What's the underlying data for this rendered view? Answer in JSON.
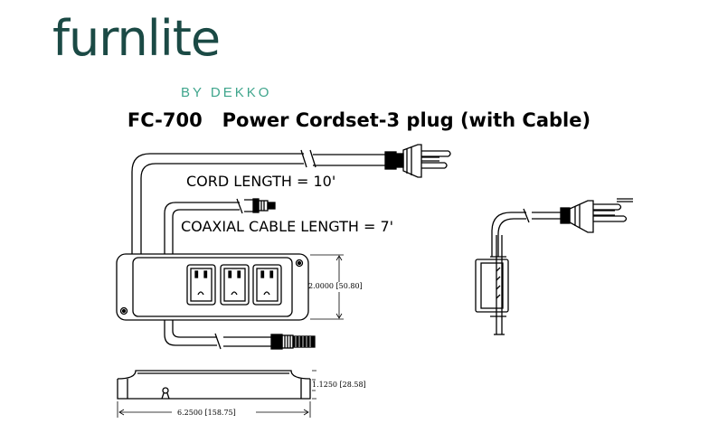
{
  "brand": {
    "name": "furnlite",
    "byline": "BY DEKKO",
    "name_color": "#1b4a45",
    "byline_color": "#3fa58c"
  },
  "title": {
    "model": "FC-700",
    "description": "Power  Cordset-3 plug (with Cable)"
  },
  "labels": {
    "cord_length": "CORD LENGTH = 10'",
    "coax_length": "COAXIAL CABLE LENGTH = 7'"
  },
  "dimensions": {
    "height": "2.0000 [50.80]",
    "depth": "1.1250 [28.58]",
    "width": "6.2500 [158.75]"
  },
  "icons": {
    "plug": "three-prong-plug-icon",
    "outlet": "duplex-outlet-icon",
    "coax": "coaxial-connector-icon"
  },
  "outlets": {
    "count": 3
  }
}
